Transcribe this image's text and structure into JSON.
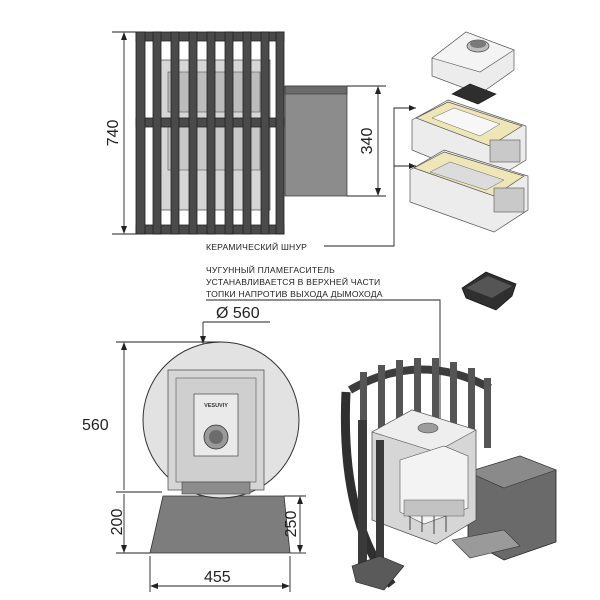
{
  "dimensions": {
    "height_total": "740",
    "flue_height": "340",
    "diameter": "Ø 560",
    "mesh_height": "560",
    "base_height": "200",
    "base_height_right": "250",
    "base_width": "455"
  },
  "labels": {
    "ceramic_cord": "КЕРАМИЧЕСКИЙ ШНУР",
    "flame_damper_line1": "ЧУГУННЫЙ ПЛАМЕГАСИТЕЛЬ",
    "flame_damper_line2": "УСТАНАВЛИВАЕТСЯ В ВЕРХНЕЙ ЧАСТИ",
    "flame_damper_line3": "ТОПКИ НАПРОТИВ ВЫХОДА ДЫМОХОДА",
    "door_brand": "VESUVIY"
  }
}
